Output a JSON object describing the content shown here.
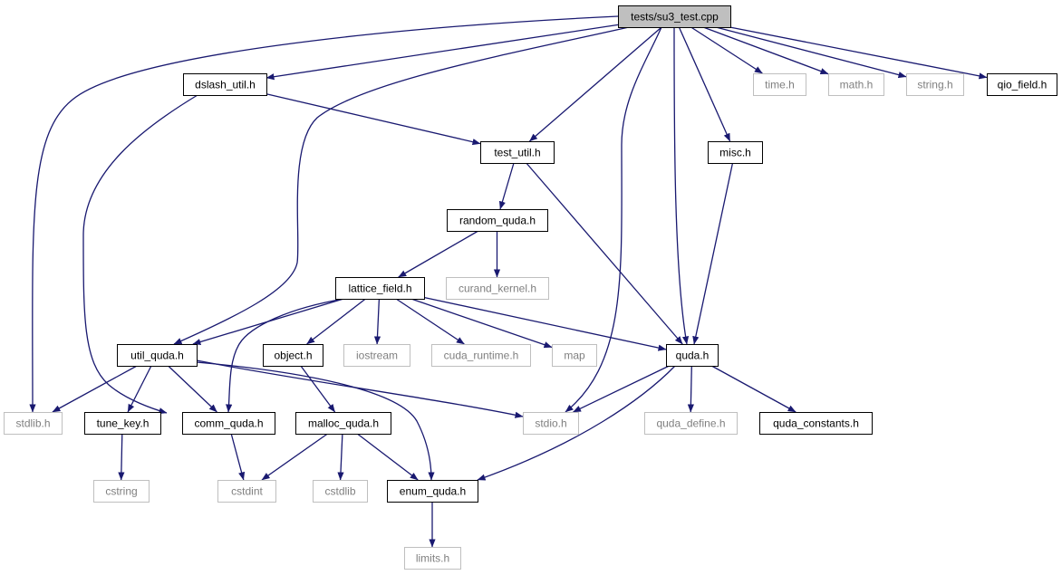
{
  "diagram": {
    "nodes": [
      {
        "id": "su3_test",
        "label": "tests/su3_test.cpp",
        "kind": "root"
      },
      {
        "id": "dslash_util",
        "label": "dslash_util.h",
        "kind": "documented"
      },
      {
        "id": "time",
        "label": "time.h",
        "kind": "external"
      },
      {
        "id": "math",
        "label": "math.h",
        "kind": "external"
      },
      {
        "id": "string",
        "label": "string.h",
        "kind": "external"
      },
      {
        "id": "qio_field",
        "label": "qio_field.h",
        "kind": "documented"
      },
      {
        "id": "test_util",
        "label": "test_util.h",
        "kind": "documented"
      },
      {
        "id": "misc",
        "label": "misc.h",
        "kind": "documented"
      },
      {
        "id": "random_quda",
        "label": "random_quda.h",
        "kind": "documented"
      },
      {
        "id": "lattice_field",
        "label": "lattice_field.h",
        "kind": "documented"
      },
      {
        "id": "curand_kernel",
        "label": "curand_kernel.h",
        "kind": "external"
      },
      {
        "id": "util_quda",
        "label": "util_quda.h",
        "kind": "documented"
      },
      {
        "id": "object",
        "label": "object.h",
        "kind": "documented"
      },
      {
        "id": "iostream",
        "label": "iostream",
        "kind": "external"
      },
      {
        "id": "cuda_runtime",
        "label": "cuda_runtime.h",
        "kind": "external"
      },
      {
        "id": "map",
        "label": "map",
        "kind": "external"
      },
      {
        "id": "quda",
        "label": "quda.h",
        "kind": "documented"
      },
      {
        "id": "stdlib",
        "label": "stdlib.h",
        "kind": "external"
      },
      {
        "id": "tune_key",
        "label": "tune_key.h",
        "kind": "documented"
      },
      {
        "id": "comm_quda",
        "label": "comm_quda.h",
        "kind": "documented"
      },
      {
        "id": "malloc_quda",
        "label": "malloc_quda.h",
        "kind": "documented"
      },
      {
        "id": "stdio",
        "label": "stdio.h",
        "kind": "external"
      },
      {
        "id": "quda_define",
        "label": "quda_define.h",
        "kind": "external"
      },
      {
        "id": "quda_constants",
        "label": "quda_constants.h",
        "kind": "documented"
      },
      {
        "id": "cstring",
        "label": "cstring",
        "kind": "external"
      },
      {
        "id": "cstdint",
        "label": "cstdint",
        "kind": "external"
      },
      {
        "id": "cstdlib",
        "label": "cstdlib",
        "kind": "external"
      },
      {
        "id": "enum_quda",
        "label": "enum_quda.h",
        "kind": "documented"
      },
      {
        "id": "limits",
        "label": "limits.h",
        "kind": "external"
      }
    ],
    "edges": [
      {
        "from": "su3_test",
        "to": "stdlib"
      },
      {
        "from": "su3_test",
        "to": "dslash_util"
      },
      {
        "from": "su3_test",
        "to": "util_quda"
      },
      {
        "from": "su3_test",
        "to": "test_util"
      },
      {
        "from": "su3_test",
        "to": "stdio"
      },
      {
        "from": "su3_test",
        "to": "quda"
      },
      {
        "from": "su3_test",
        "to": "misc"
      },
      {
        "from": "su3_test",
        "to": "time"
      },
      {
        "from": "su3_test",
        "to": "math"
      },
      {
        "from": "su3_test",
        "to": "string"
      },
      {
        "from": "su3_test",
        "to": "qio_field"
      },
      {
        "from": "dslash_util",
        "to": "test_util"
      },
      {
        "from": "dslash_util",
        "to": "comm_quda"
      },
      {
        "from": "test_util",
        "to": "random_quda"
      },
      {
        "from": "test_util",
        "to": "quda"
      },
      {
        "from": "misc",
        "to": "quda"
      },
      {
        "from": "random_quda",
        "to": "lattice_field"
      },
      {
        "from": "random_quda",
        "to": "curand_kernel"
      },
      {
        "from": "lattice_field",
        "to": "util_quda"
      },
      {
        "from": "lattice_field",
        "to": "comm_quda"
      },
      {
        "from": "lattice_field",
        "to": "object"
      },
      {
        "from": "lattice_field",
        "to": "iostream"
      },
      {
        "from": "lattice_field",
        "to": "cuda_runtime"
      },
      {
        "from": "lattice_field",
        "to": "map"
      },
      {
        "from": "lattice_field",
        "to": "quda"
      },
      {
        "from": "util_quda",
        "to": "stdlib"
      },
      {
        "from": "util_quda",
        "to": "tune_key"
      },
      {
        "from": "util_quda",
        "to": "comm_quda"
      },
      {
        "from": "util_quda",
        "to": "stdio"
      },
      {
        "from": "util_quda",
        "to": "enum_quda"
      },
      {
        "from": "object",
        "to": "malloc_quda"
      },
      {
        "from": "quda",
        "to": "stdio"
      },
      {
        "from": "quda",
        "to": "enum_quda"
      },
      {
        "from": "quda",
        "to": "quda_define"
      },
      {
        "from": "quda",
        "to": "quda_constants"
      },
      {
        "from": "tune_key",
        "to": "cstring"
      },
      {
        "from": "comm_quda",
        "to": "cstdint"
      },
      {
        "from": "malloc_quda",
        "to": "cstdint"
      },
      {
        "from": "malloc_quda",
        "to": "cstdlib"
      },
      {
        "from": "malloc_quda",
        "to": "enum_quda"
      },
      {
        "from": "enum_quda",
        "to": "limits"
      }
    ]
  }
}
